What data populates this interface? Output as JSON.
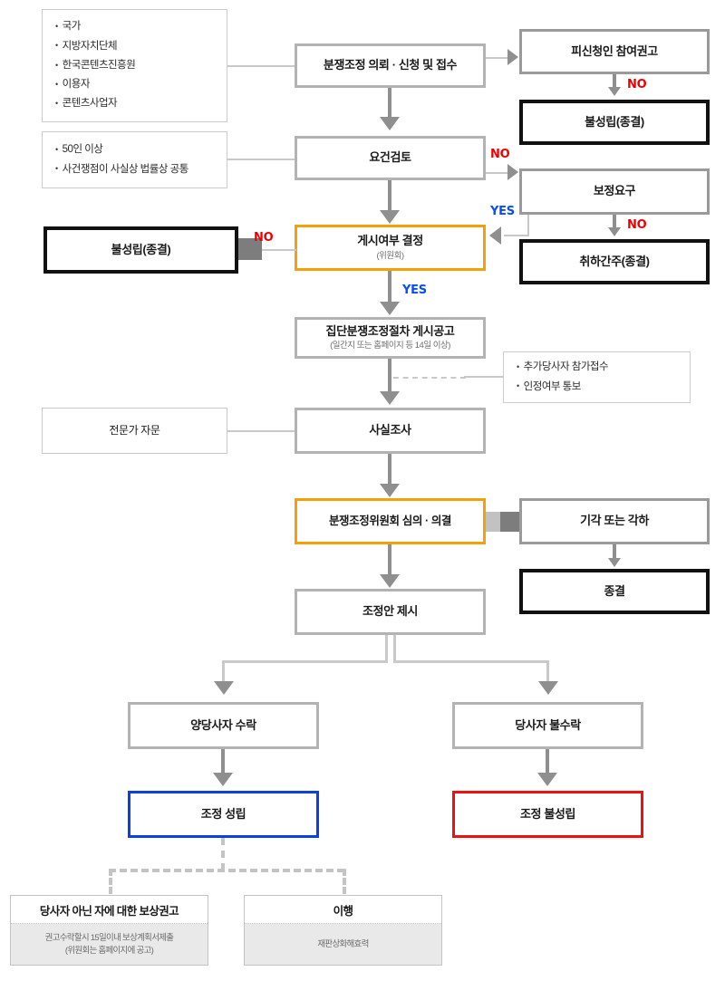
{
  "diagram": {
    "title": "콘텐츠분쟁조정 절차도",
    "colors": {
      "gray_border": "#b3b3b3",
      "black_border": "#111111",
      "orange_accent": "#f5a004",
      "blue_accent": "#0b41e0",
      "red_accent": "#ee1111",
      "connector": "#8f8f8f",
      "no_label": "#ef0000",
      "yes_label": "#0a4cf5"
    }
  },
  "side_lists": {
    "applicants": {
      "items": [
        "국가",
        "지방자치단체",
        "한국콘텐츠진흥원",
        "이용자",
        "콘텐츠사업자"
      ]
    },
    "requirements": {
      "items": [
        "50인 이상",
        "사건쟁점이 사실상 법률상 공통"
      ]
    },
    "additional_parties": {
      "items": [
        "추가당사자 참가접수",
        "인정여부 통보"
      ]
    },
    "expert_advice": {
      "label": "전문가 자문"
    }
  },
  "nodes": {
    "intake": {
      "title": "분쟁조정 의뢰 · 신청 및 접수"
    },
    "respondent_recommend": {
      "title": "피신청인 참여권고"
    },
    "fail_close_top": {
      "title": "불성립(종결)"
    },
    "requirement_review": {
      "title": "요건검토"
    },
    "correction_request": {
      "title": "보정요구"
    },
    "withdrawal_deemed": {
      "title": "취하간주(종결)"
    },
    "fail_close_left": {
      "title": "불성립(종결)"
    },
    "posting_decision": {
      "title": "게시여부 결정",
      "subtitle": "(위원회)"
    },
    "public_notice": {
      "title": "집단분쟁조정절차 게시공고",
      "subtitle": "(일간지 또는 홈페이지 등 14일 이상)"
    },
    "fact_investigation": {
      "title": "사실조사"
    },
    "committee_deliberation": {
      "title": "분쟁조정위원회 심의 · 의결"
    },
    "dismiss_or_reject": {
      "title": "기각 또는 각하"
    },
    "closure": {
      "title": "종결"
    },
    "mediation_proposal": {
      "title": "조정안 제시"
    },
    "both_accept": {
      "title": "양당사자 수락"
    },
    "party_reject": {
      "title": "당사자 불수락"
    },
    "mediation_established": {
      "title": "조정 성립"
    },
    "mediation_failed": {
      "title": "조정 불성립"
    }
  },
  "outcome_boxes": {
    "compensation_recommend": {
      "title": "당사자 아닌 자에 대한 보상권고",
      "note_line1": "권고수락할시 15일이내 보상계획서제출",
      "note_line2": "(위원회는 홈페이지에 공고)"
    },
    "fulfillment": {
      "title": "이행",
      "note_line1": "재판상화해효력",
      "note_line2": ""
    }
  },
  "edge_labels": {
    "no_respondent": "NO",
    "no_requirement": "NO",
    "no_correction": "NO",
    "no_posting": "NO",
    "yes_correction": "YES",
    "yes_posting": "YES"
  }
}
